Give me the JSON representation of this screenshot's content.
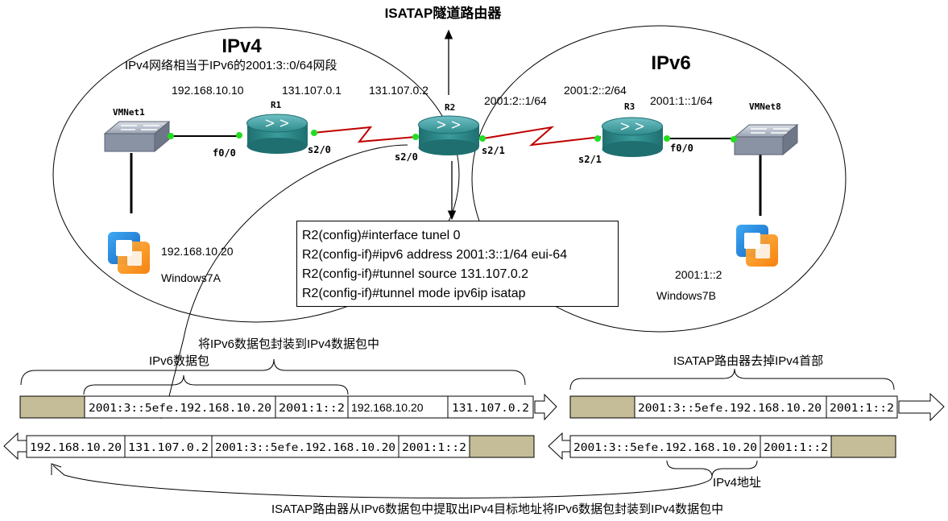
{
  "title": "ISATAP隧道路由器",
  "ipv4_cloud": {
    "label": "IPv4",
    "note": "IPv4网络相当于IPv6的2001:3::0/64网段"
  },
  "ipv6_cloud": {
    "label": "IPv6"
  },
  "addresses": {
    "vmnet1_net": "192.168.10.10",
    "r1_s20": "131.107.0.1",
    "r2_s20": "131.107.0.2",
    "r2_s21": "2001:2::1/64",
    "r3_s21": "2001:2::2/64",
    "r3_f00": "2001:1::1/64"
  },
  "devices": {
    "vmnet1": "VMNet1",
    "vmnet8": "VMNet8",
    "r1": "R1",
    "r2": "R2",
    "r3": "R3"
  },
  "interfaces": {
    "r1_f00": "f0/0",
    "r1_s20": "s2/0",
    "r2_s20": "s2/0",
    "r2_s21": "s2/1",
    "r3_s21": "s2/1",
    "r3_f00": "f0/0"
  },
  "hosts": {
    "win7a_ip": "192.168.10.20",
    "win7a_name": "Windows7A",
    "win7b_ip": "2001:1::2",
    "win7b_name": "Windows7B"
  },
  "config_lines": [
    "R2(config)#interface tunel 0",
    "R2(config-if)#ipv6 address 2001:3::1/64 eui-64",
    "R2(config-if)#tunnel source 131.107.0.2",
    "R2(config-if)#tunnel mode ipv6ip isatap"
  ],
  "packets": {
    "encap_label": "将IPv6数据包封装到IPv4数据包中",
    "ipv6_packet_label": "IPv6数据包",
    "strip_label": "ISATAP路由器去掉IPv4首部",
    "ipv4_addr_label": "IPv4地址",
    "bottom_label": "ISATAP路由器从IPv6数据包中提取出IPv4目标地址将IPv6数据包封装到IPv4数据包中",
    "pkt1": [
      "2001:3::5efe.192.168.10.20",
      "2001:1::2",
      "192.168.10.20",
      "131.107.0.2"
    ],
    "pkt2": [
      "2001:3::5efe.192.168.10.20",
      "2001:1::2"
    ],
    "pkt3": [
      "192.168.10.20",
      "131.107.0.2",
      "2001:3::5efe.192.168.10.20",
      "2001:1::2"
    ],
    "pkt4": [
      "2001:3::5efe.192.168.10.20",
      "2001:1::2"
    ]
  },
  "colors": {
    "payload": "#c4bd97",
    "link": "#c00000",
    "port": "#22dd22",
    "router": "#2e8b8b"
  }
}
